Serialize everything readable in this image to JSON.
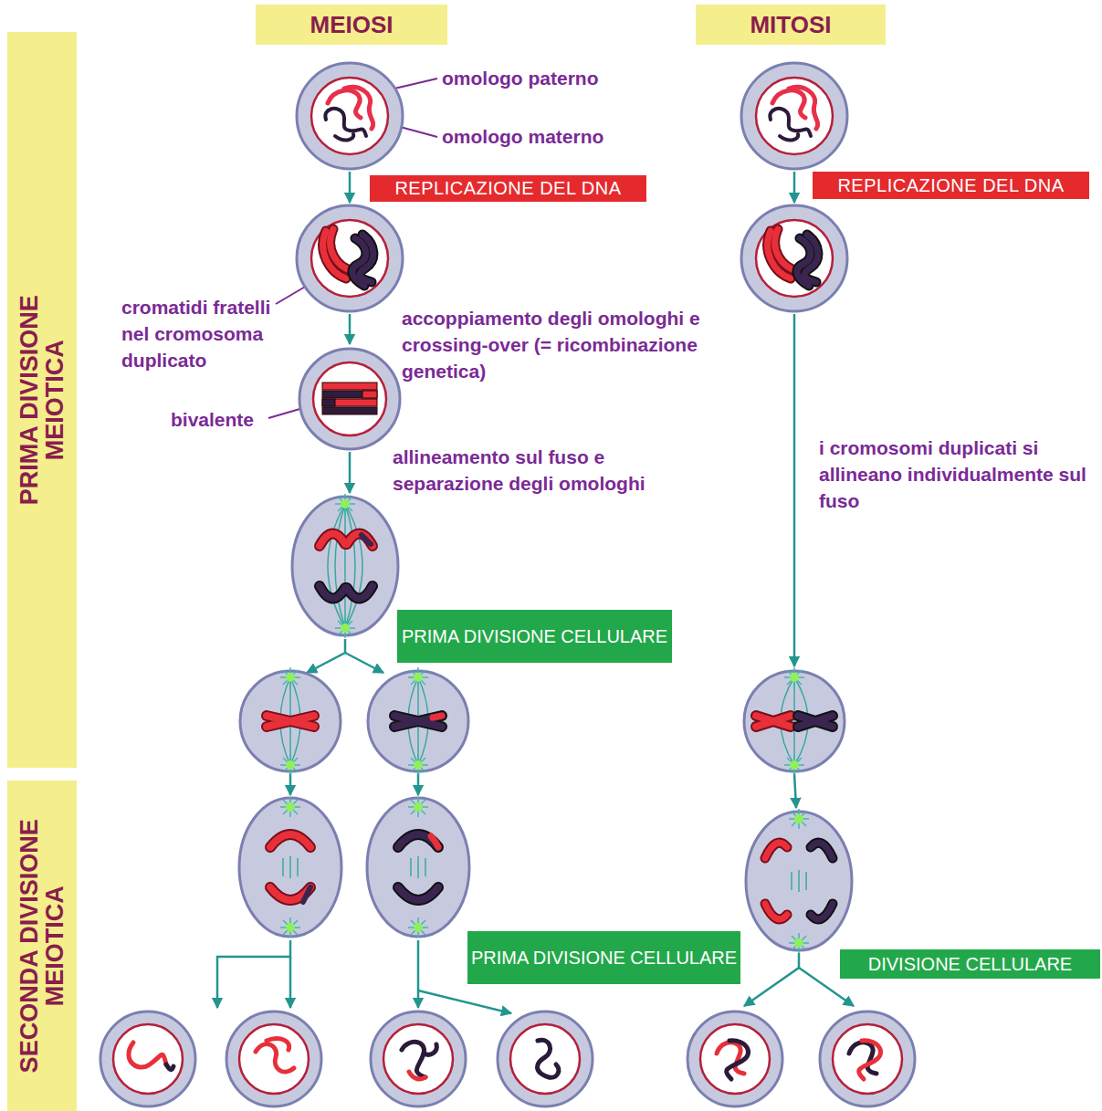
{
  "diagram": {
    "nodes": [
      {
        "text": [
          "MEIOSI"
        ]
      },
      {
        "text": [
          "MITOSI"
        ]
      },
      {
        "text": [
          "PRIMA DIVISIONE MEIOTICA"
        ]
      },
      {
        "text": [
          "REPLICAZIONE DEL DNA"
        ]
      },
      {
        "text": [
          "REPLICAZIONE DEL DNA"
        ]
      },
      {
        "text": [
          "PRIMA DIVISIONE CELLULARE"
        ]
      },
      {
        "text": [
          "SECONDA DIVISIONE MEIOTICA"
        ]
      },
      {
        "text": [
          "PRIMA DIVISIONE CELLULARE"
        ]
      },
      {
        "text": [
          "DIVISIONE CELLULARE"
        ]
      }
    ],
    "labels": [
      "omologo paterno",
      "omologo materno",
      "cromatidi fratelli nel cromosoma duplicato",
      "accoppiamento degli omologhi e crossing-over (= ricombinazione genetica)",
      "bivalente",
      "allineamento sul fuso e separazione degli omologhi",
      "i cromosomi duplicati si allineano individualmente sul fuso"
    ]
  }
}
